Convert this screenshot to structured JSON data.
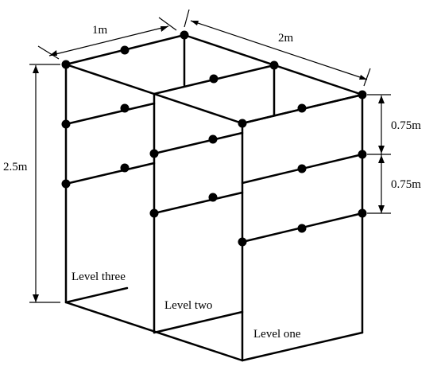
{
  "dimensions": {
    "width_label": "1m",
    "depth_label": "2m",
    "height_label": "2.5m",
    "spacing_upper_label": "0.75m",
    "spacing_lower_label": "0.75m"
  },
  "levels": {
    "level_three": "Level three",
    "level_two": "Level two",
    "level_one": "Level one"
  }
}
